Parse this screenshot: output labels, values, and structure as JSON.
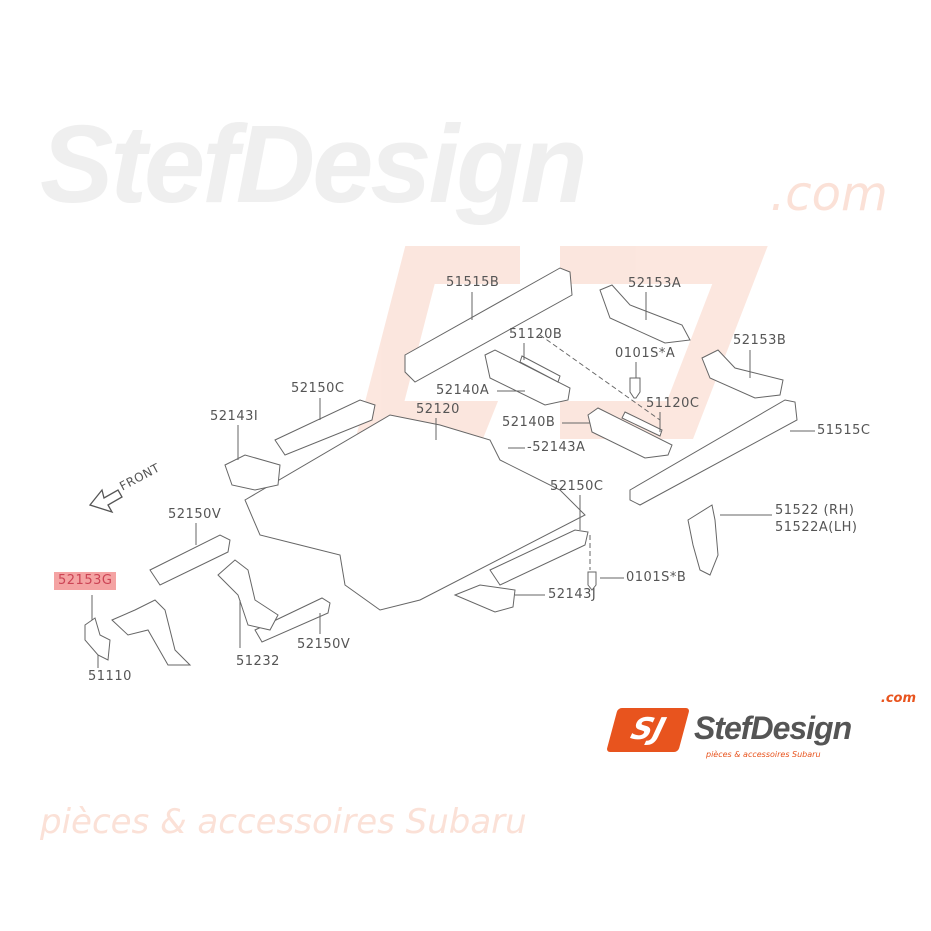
{
  "watermark": {
    "brand": "StefDesign",
    "domain": ".com",
    "tagline": "pièces & accessoires Subaru",
    "mark": "SJ"
  },
  "front_arrow": "FRONT",
  "labels": {
    "p51515B": "51515B",
    "p52153A": "52153A",
    "p51120B": "51120B",
    "p0101SA": "0101S*A",
    "p52153B": "52153B",
    "p52140A": "52140A",
    "p52150C_top": "52150C",
    "p52120": "52120",
    "p52143I": "52143I",
    "p51120C": "51120C",
    "p52140B": "52140B",
    "p52143A": "-52143A",
    "p51515C": "51515C",
    "p52150V_left": "52150V",
    "p52150C_right": "52150C",
    "p51522": "51522 (RH)",
    "p51522A": "51522A(LH)",
    "p52153G": "52153G",
    "p0101SB": "0101S*B",
    "p52143J": "52143J",
    "p51232": "51232",
    "p52150V_bottom": "52150V",
    "p51110": "51110"
  },
  "highlight_color": "#f4a3a3",
  "brand_color": "#e8541e"
}
